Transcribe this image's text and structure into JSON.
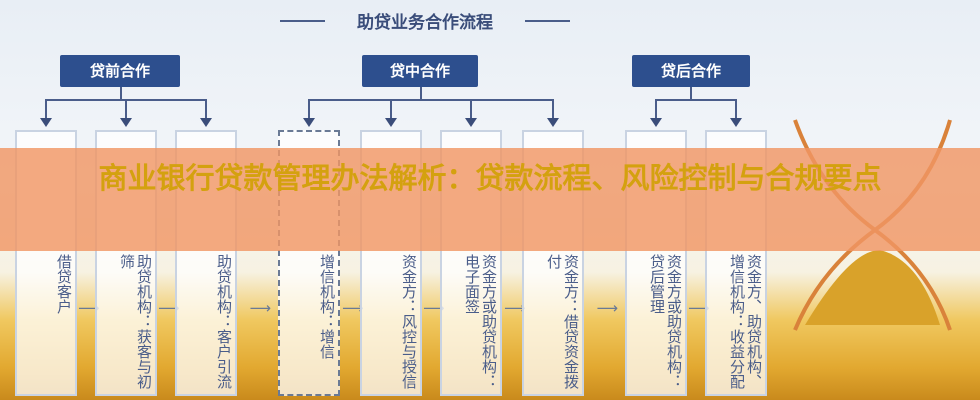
{
  "title": "助贷业务合作流程",
  "phases": [
    "贷前合作",
    "贷中合作",
    "贷后合作"
  ],
  "steps": [
    "借贷客户",
    "助贷机构：获客与初筛",
    "助贷机构：客户引流",
    "增信机构：增信",
    "资金方：风控与授信",
    "资金方或助贷机构：电子面签",
    "资金方：借贷资金拨付",
    "资金方或助贷机构：贷后管理",
    "资金方、助贷机构、增信机构：收益分配"
  ],
  "banner": "商业银行贷款管理办法解析：贷款流程、风险控制与合规要点"
}
